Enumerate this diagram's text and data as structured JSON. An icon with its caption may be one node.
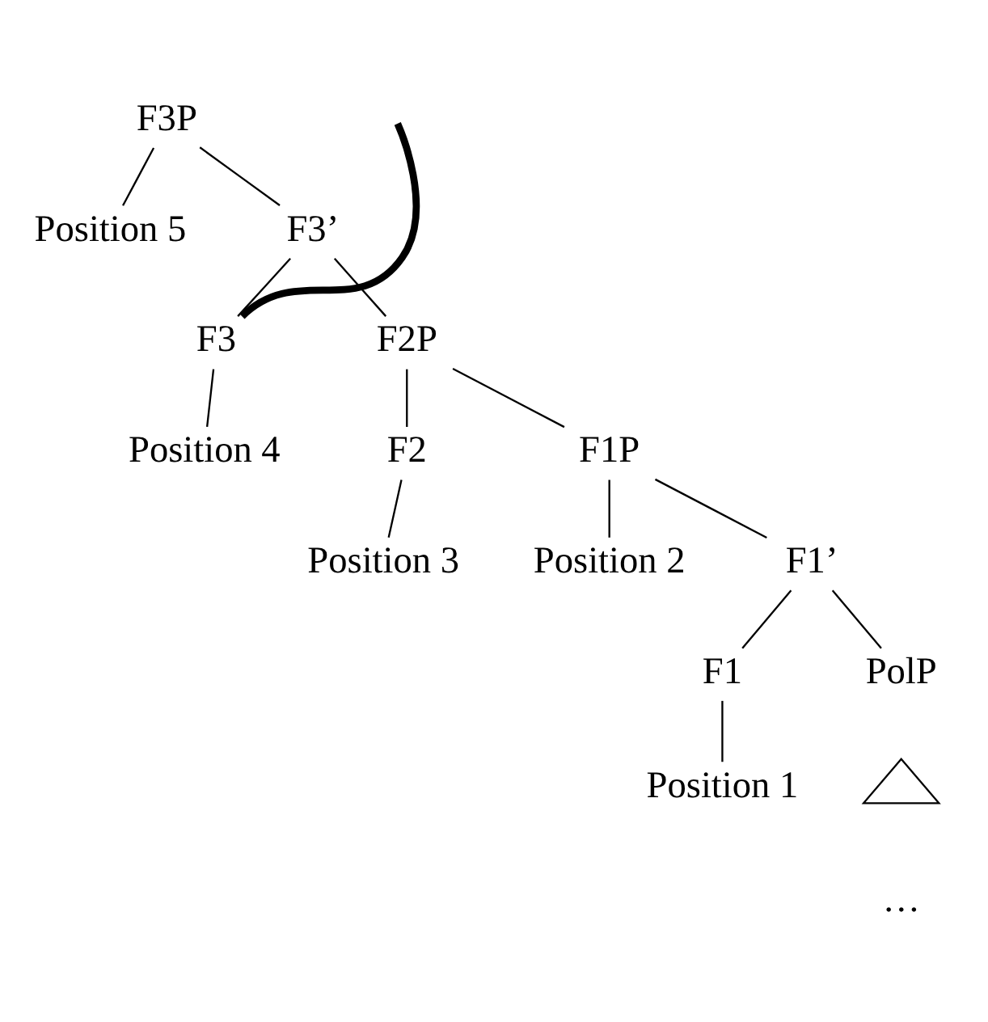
{
  "diagram": {
    "nodes": [
      {
        "text": [
          "F3P"
        ]
      },
      {
        "text": [
          "Position 5"
        ]
      },
      {
        "text": [
          "F3’"
        ]
      },
      {
        "text": [
          "F3"
        ]
      },
      {
        "text": [
          "F2P"
        ]
      },
      {
        "text": [
          "Position 4"
        ]
      },
      {
        "text": [
          "F2"
        ]
      },
      {
        "text": [
          "F1P"
        ]
      },
      {
        "text": [
          "Position 3"
        ]
      },
      {
        "text": [
          "Position 2"
        ]
      },
      {
        "text": [
          "F1’"
        ]
      },
      {
        "text": [
          "F1"
        ]
      },
      {
        "text": [
          "PolP"
        ]
      },
      {
        "text": [
          "Position 1"
        ]
      },
      {
        "text": [],
        "shape": "triangle",
        "beside": [
          "…"
        ]
      }
    ],
    "edges": [
      {
        "from": 0,
        "to": 1,
        "arrow": "none"
      },
      {
        "from": 0,
        "to": 2,
        "arrow": "none"
      },
      {
        "from": 2,
        "to": 3,
        "arrow": "none"
      },
      {
        "from": 2,
        "to": 4,
        "arrow": "none"
      },
      {
        "from": 3,
        "to": 5,
        "arrow": "none"
      },
      {
        "from": 4,
        "to": 6,
        "arrow": "none"
      },
      {
        "from": 4,
        "to": 7,
        "arrow": "none"
      },
      {
        "from": 6,
        "to": 8,
        "arrow": "none"
      },
      {
        "from": 7,
        "to": 9,
        "arrow": "none"
      },
      {
        "from": 7,
        "to": 10,
        "arrow": "none"
      },
      {
        "from": 10,
        "to": 11,
        "arrow": "none"
      },
      {
        "from": 10,
        "to": 12,
        "arrow": "none"
      },
      {
        "from": 11,
        "to": 13,
        "arrow": "none"
      },
      {
        "from": 3,
        "to": null,
        "arrow": "none",
        "style": "thick"
      }
    ]
  }
}
